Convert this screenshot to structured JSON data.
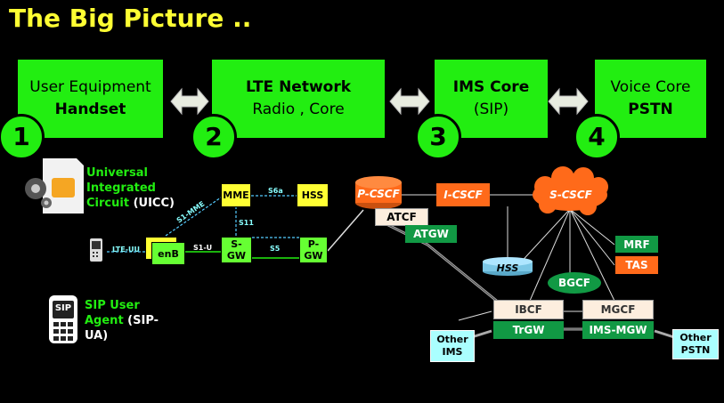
{
  "title": "The Big Picture ..",
  "stages": [
    {
      "line1": "User Equipment",
      "line2": "Handset",
      "num": "1"
    },
    {
      "line1": "LTE Network",
      "line2": "Radio , Core",
      "num": "2"
    },
    {
      "line1": "IMS Core",
      "line2": "(SIP)",
      "num": "3"
    },
    {
      "line1": "Voice Core",
      "line2": "PSTN",
      "num": "4"
    }
  ],
  "uicc": {
    "l1": "Universal",
    "l2": "Integrated",
    "l3": "Circuit",
    "l3b": " (UICC)"
  },
  "sip": {
    "l1": "SIP User",
    "l2": "Agent",
    "l2b": " (SIP-",
    "l3": "UA)",
    "icon_text": "SIP"
  },
  "lte": {
    "mme": "MME",
    "hss": "HSS",
    "sgw": "S-GW",
    "pgw": "P-GW",
    "enb": "enB",
    "s1mme": "S1-MME",
    "s6a": "S6a",
    "s11": "S11",
    "s1u": "S1-U",
    "s5": "S5",
    "lteuu": "LTE-UU"
  },
  "ims": {
    "pcscf": "P-CSCF",
    "icscf": "I-CSCF",
    "scscf": "S-CSCF",
    "atcf": "ATCF",
    "atgw": "ATGW",
    "hss": "HSS",
    "mrf": "MRF",
    "tas": "TAS",
    "bgcf": "BGCF",
    "ibcf": "IBCF",
    "mgcf": "MGCF",
    "trgw": "TrGW",
    "imsmgw": "IMS-MGW",
    "other_ims_1": "Other",
    "other_ims_2": "IMS",
    "other_pstn_1": "Other",
    "other_pstn_2": "PSTN"
  },
  "colors": {
    "green": "#22ee11",
    "yellow": "#ffff33",
    "orange": "#ff6a1a",
    "dark_green": "#119944",
    "cyan": "#aaffff"
  }
}
